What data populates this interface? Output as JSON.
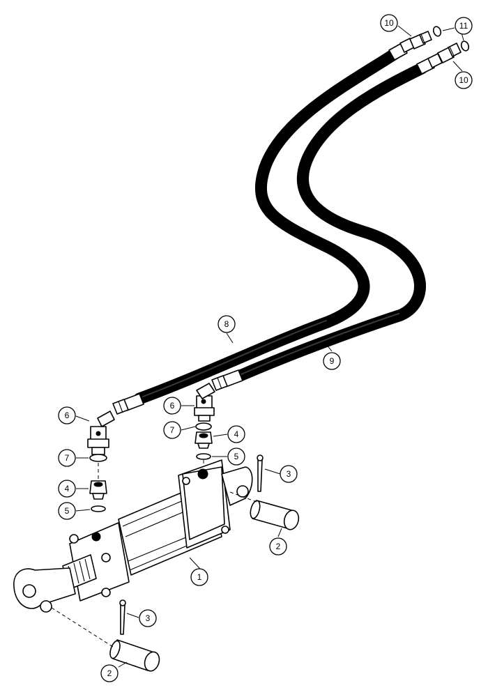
{
  "callouts": [
    {
      "id": "c1",
      "label": "1"
    },
    {
      "id": "c2a",
      "label": "2"
    },
    {
      "id": "c2b",
      "label": "2"
    },
    {
      "id": "c3a",
      "label": "3"
    },
    {
      "id": "c3b",
      "label": "3"
    },
    {
      "id": "c4a",
      "label": "4"
    },
    {
      "id": "c4b",
      "label": "4"
    },
    {
      "id": "c5a",
      "label": "5"
    },
    {
      "id": "c5b",
      "label": "5"
    },
    {
      "id": "c6a",
      "label": "6"
    },
    {
      "id": "c6b",
      "label": "6"
    },
    {
      "id": "c7a",
      "label": "7"
    },
    {
      "id": "c7b",
      "label": "7"
    },
    {
      "id": "c8",
      "label": "8"
    },
    {
      "id": "c9",
      "label": "9"
    },
    {
      "id": "c10a",
      "label": "10"
    },
    {
      "id": "c10b",
      "label": "10"
    },
    {
      "id": "c11",
      "label": "11"
    }
  ]
}
